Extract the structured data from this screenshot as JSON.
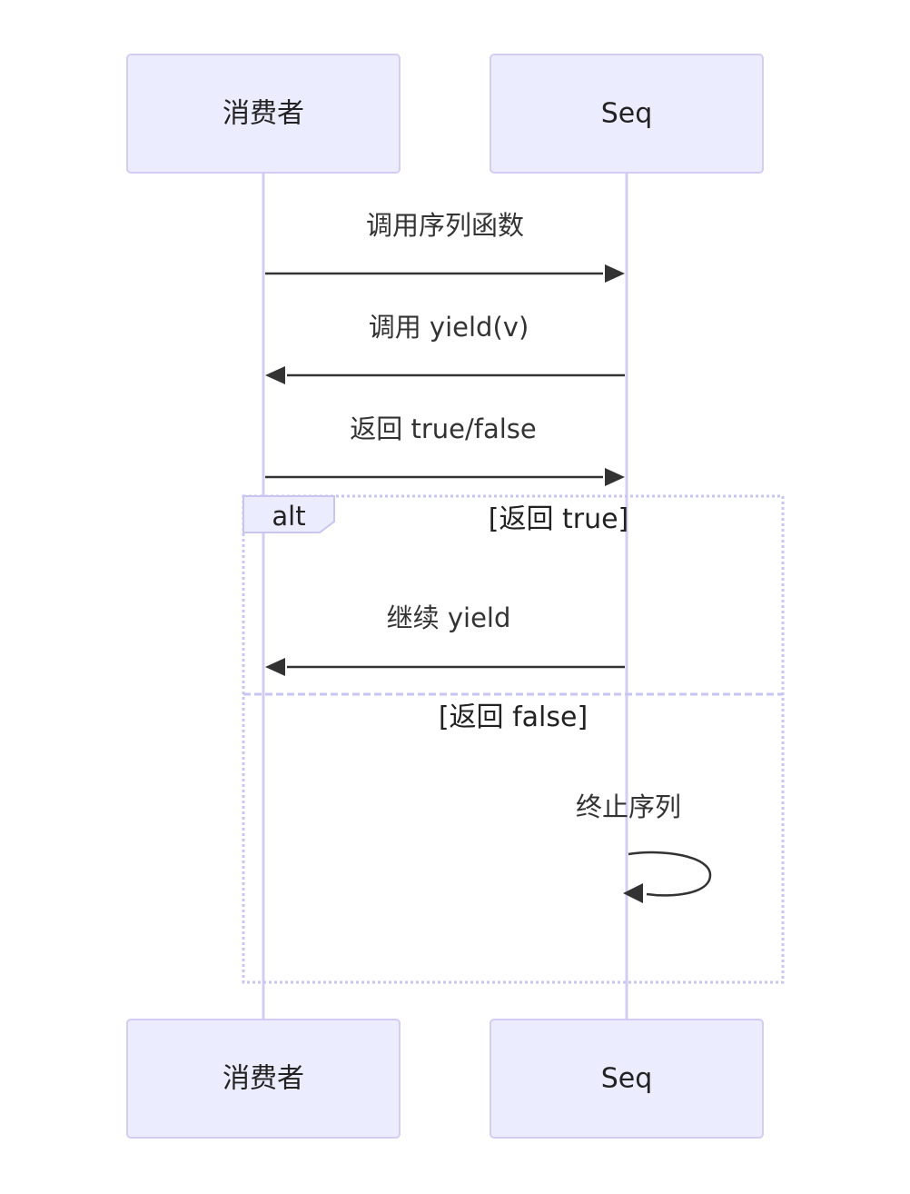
{
  "participants": [
    {
      "id": "consumer",
      "label": "消费者"
    },
    {
      "id": "seq",
      "label": "Seq"
    }
  ],
  "messages": [
    {
      "from": "consumer",
      "to": "seq",
      "text": "调用序列函数"
    },
    {
      "from": "seq",
      "to": "consumer",
      "text": "调用 yield(v)"
    },
    {
      "from": "consumer",
      "to": "seq",
      "text": "返回 true/false"
    },
    {
      "from": "seq",
      "to": "consumer",
      "text": "继续 yield"
    },
    {
      "from": "seq",
      "to": "seq",
      "text": "终止序列"
    }
  ],
  "alt": {
    "label": "alt",
    "condition_true": "[返回 true]",
    "condition_false": "[返回 false]"
  },
  "colors": {
    "actor_fill": "#ECECFF",
    "actor_stroke": "#D4CCF2",
    "frame_stroke": "#C8C6F0",
    "line": "#333333"
  }
}
